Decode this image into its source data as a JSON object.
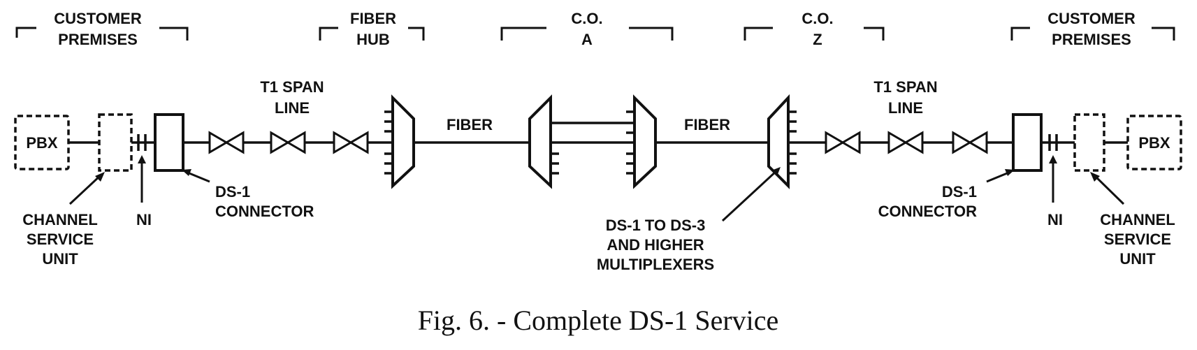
{
  "labels": {
    "cp_left_1": "CUSTOMER",
    "cp_left_2": "PREMISES",
    "hub_1": "FIBER",
    "hub_2": "HUB",
    "coa_1": "C.O.",
    "coa_2": "A",
    "coz_1": "C.O.",
    "coz_2": "Z",
    "cp_right_1": "CUSTOMER",
    "cp_right_2": "PREMISES",
    "t1_left_1": "T1 SPAN",
    "t1_left_2": "LINE",
    "t1_right_1": "T1 SPAN",
    "t1_right_2": "LINE",
    "fiber_left": "FIBER",
    "fiber_right": "FIBER",
    "pbx_left": "PBX",
    "pbx_right": "PBX",
    "csu_left_1": "CHANNEL",
    "csu_left_2": "SERVICE",
    "csu_left_3": "UNIT",
    "csu_right_1": "CHANNEL",
    "csu_right_2": "SERVICE",
    "csu_right_3": "UNIT",
    "ni_left": "NI",
    "ni_right": "NI",
    "ds1_left_1": "DS-1",
    "ds1_left_2": "CONNECTOR",
    "ds1_right_1": "DS-1",
    "ds1_right_2": "CONNECTOR",
    "mux_1": "DS-1 TO DS-3",
    "mux_2": "AND HIGHER",
    "mux_3": "MULTIPLEXERS"
  },
  "caption": "Fig. 6. - Complete DS-1 Service"
}
